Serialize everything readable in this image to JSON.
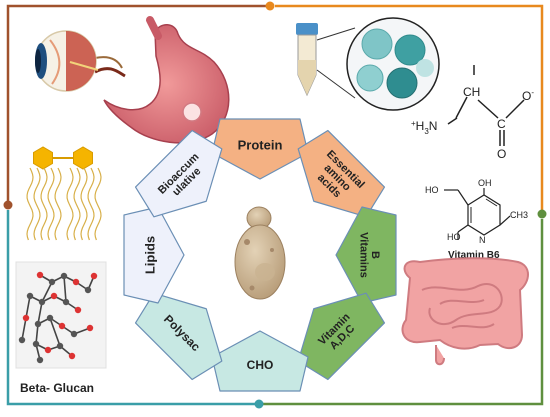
{
  "frame": {
    "colors": {
      "brown": "#a0522d",
      "orange": "#e8891e",
      "green": "#5f8f3e",
      "teal": "#3a9ea8"
    }
  },
  "center": {
    "organism": "yeast-cell",
    "segments": [
      {
        "id": "protein",
        "label": "Protein",
        "fill": "#f4b183",
        "stroke": "#6b8fb5"
      },
      {
        "id": "essential",
        "label": "Essential amino acids",
        "lines": [
          "Essential",
          "amino",
          "acids"
        ],
        "fill": "#f4b183",
        "stroke": "#6b8fb5"
      },
      {
        "id": "b-vitamins",
        "label": "B Vitamins",
        "lines": [
          "B",
          "Vitamins"
        ],
        "fill": "#7fb661",
        "stroke": "#6b8fb5"
      },
      {
        "id": "vitamin-adc",
        "label": "Vitamin A,D,C",
        "lines": [
          "Vitamin",
          "A,D,C"
        ],
        "fill": "#7fb661",
        "stroke": "#6b8fb5"
      },
      {
        "id": "cho",
        "label": "CHO",
        "fill": "#c7e8e3",
        "stroke": "#6b8fb5"
      },
      {
        "id": "polysac",
        "label": "Polysac",
        "fill": "#c7e8e3",
        "stroke": "#6b8fb5"
      },
      {
        "id": "lipids",
        "label": "Lipids",
        "fill": "#eef1fb",
        "stroke": "#6b8fb5"
      },
      {
        "id": "bioaccum",
        "label": "Bioaccumulative",
        "lines": [
          "Bioaccum",
          "ulative"
        ],
        "fill": "#eef1fb",
        "stroke": "#6b8fb5"
      }
    ]
  },
  "labels": {
    "vitamin_b6": "Vitamin B6",
    "beta_glucan": "Beta- Glucan"
  },
  "amino_acid": {
    "nh3": "+H3N",
    "o_minus": "O-",
    "o": "O",
    "c_atoms": [
      "CH",
      "C"
    ]
  },
  "b6_structure": {
    "atoms": [
      "HO",
      "OH",
      "N",
      "CH3",
      "HO"
    ]
  },
  "icons": [
    "eye-icon",
    "stomach-icon",
    "test-tube-icon",
    "protein-molecule-icon",
    "intestine-icon",
    "beta-glucan-helix-icon"
  ]
}
